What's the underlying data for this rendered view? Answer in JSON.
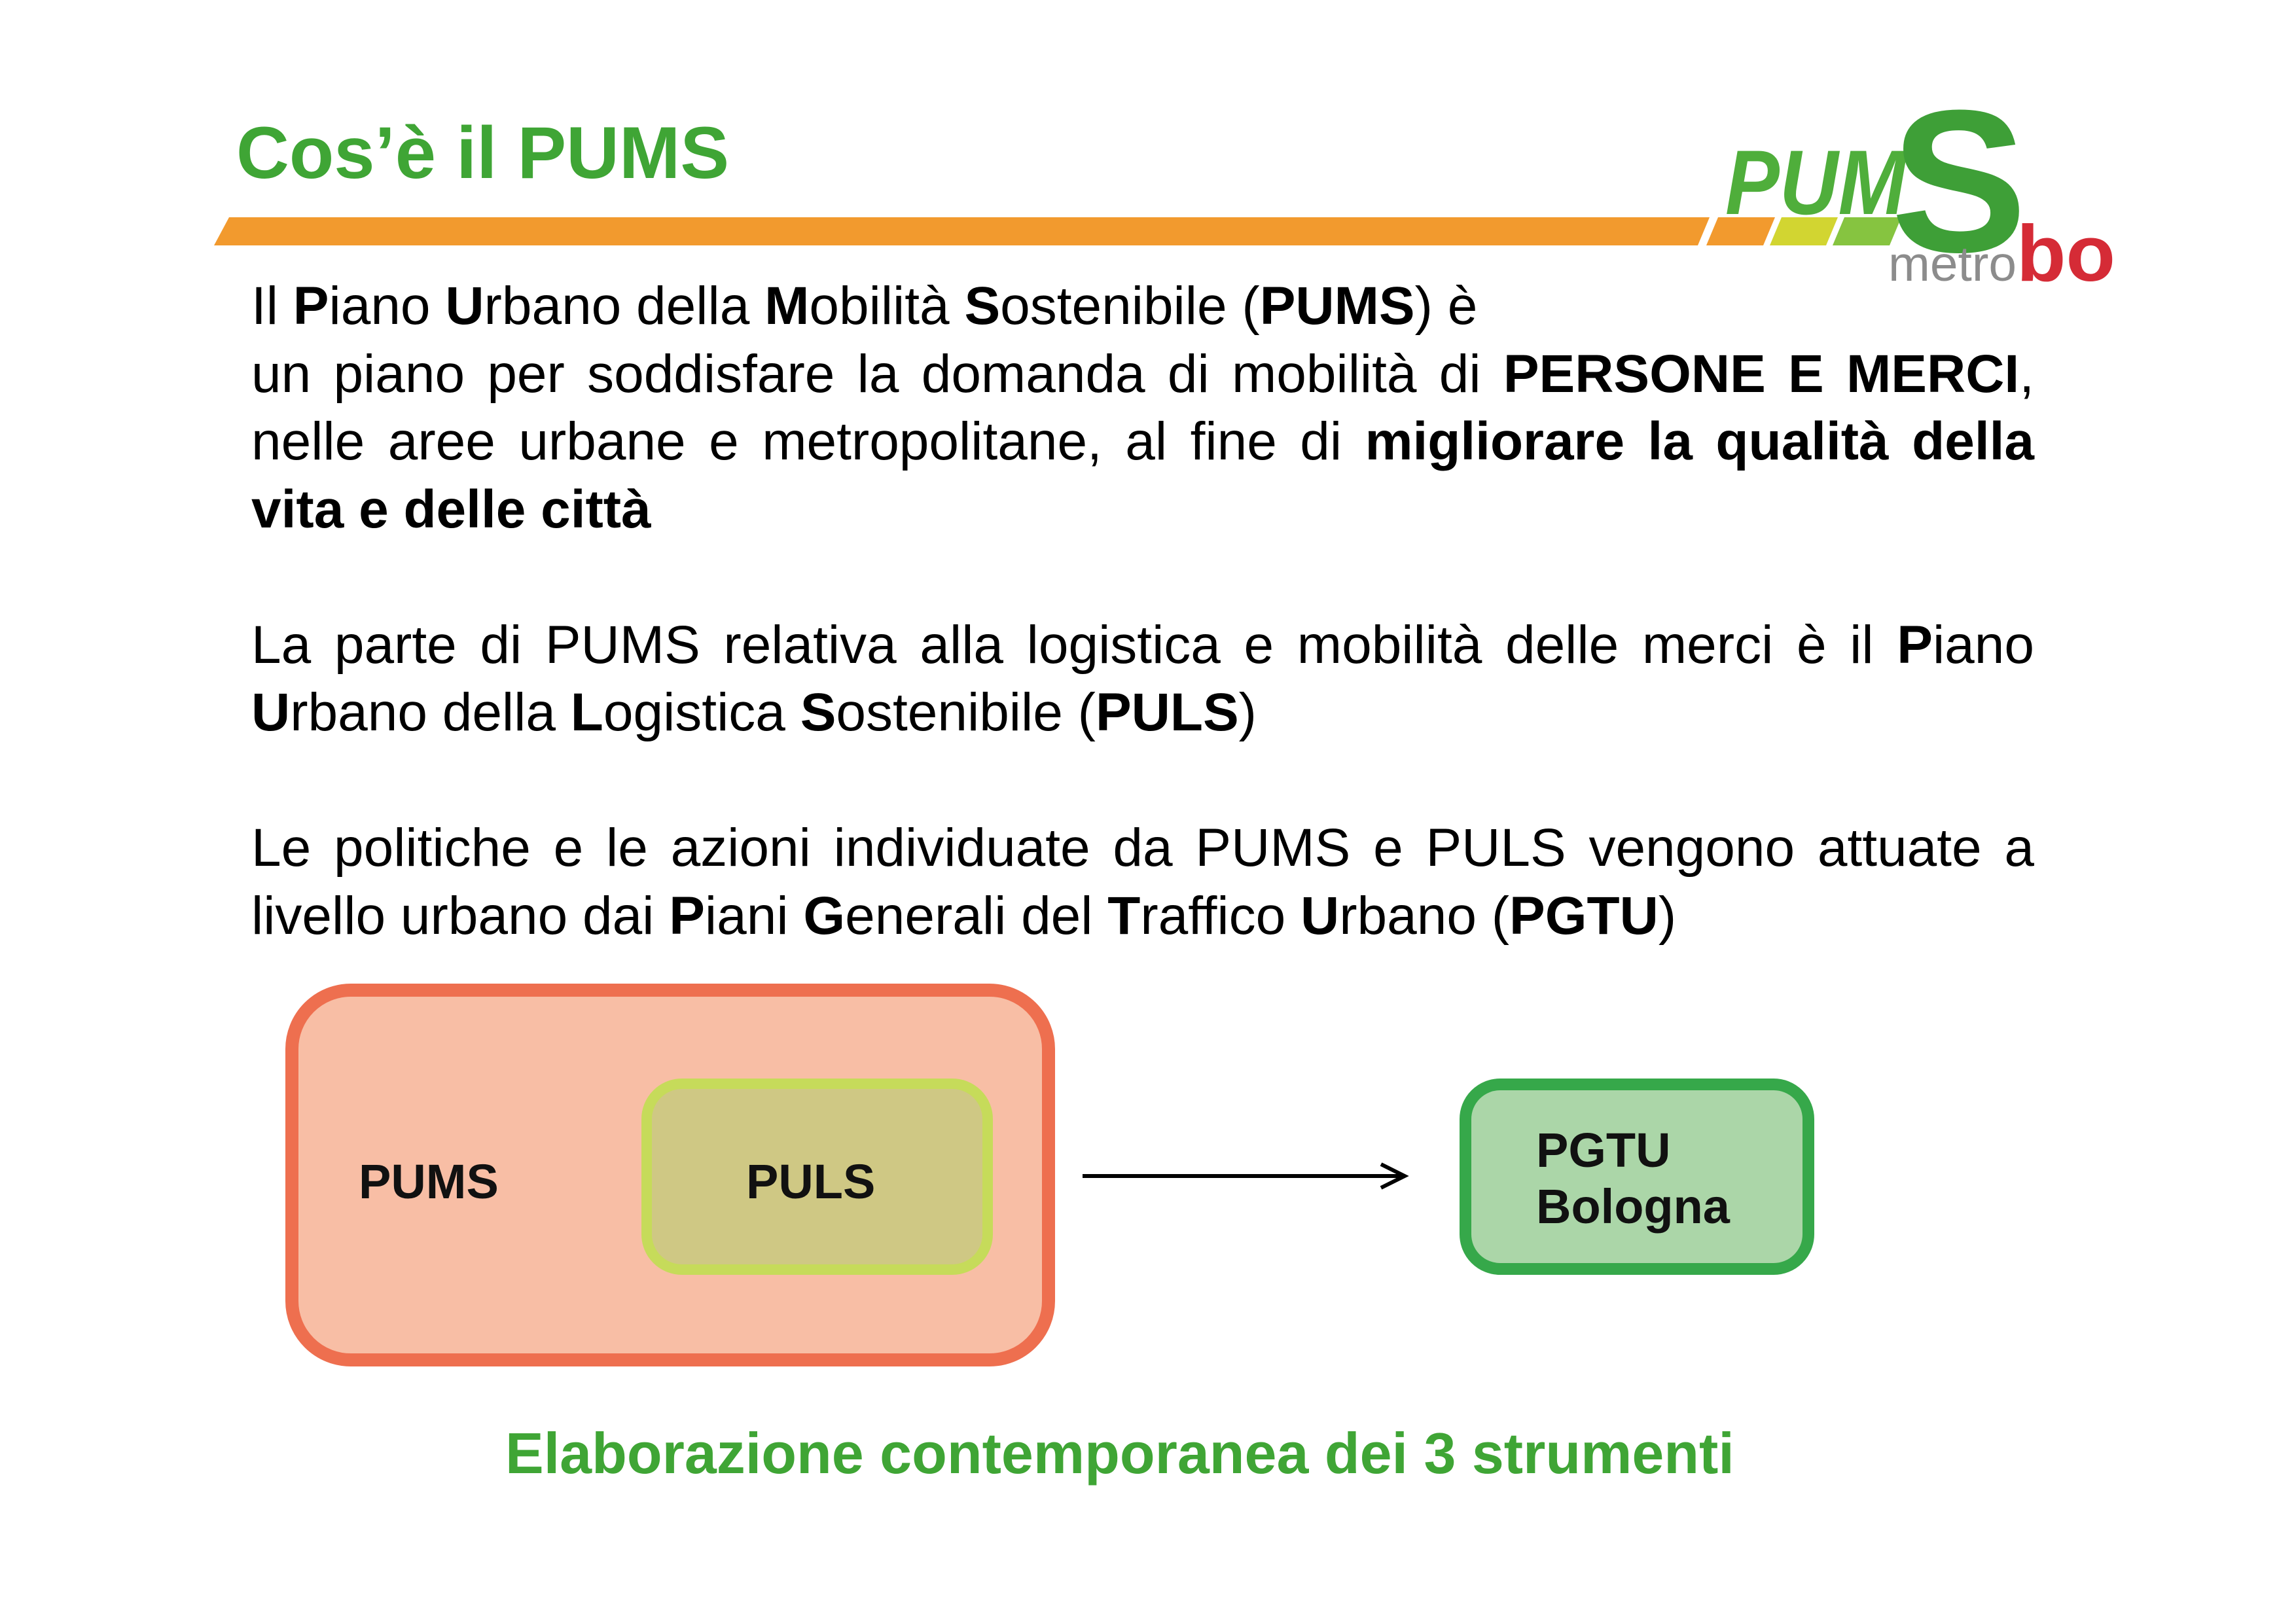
{
  "slide": {
    "title": "Cos’è il PUMS",
    "caption": "Elaborazione contemporanea dei 3 strumenti"
  },
  "logo": {
    "pum": "PUM",
    "s": "S",
    "metro": "metro",
    "bo": "bo"
  },
  "body": {
    "paragraphs": [
      {
        "lines": [
          [
            "Il ",
            "P",
            "iano ",
            "U",
            "rbano della ",
            "M",
            "obilità ",
            "S",
            "ostenibile (",
            "PUMS",
            ") è"
          ],
          [
            "un piano per soddisfare la domanda di mobilità di ",
            "PERSONE E MERCI",
            ","
          ],
          [
            "nelle aree urbane e metropolitane, al fine di ",
            "migliorare la qualità della"
          ],
          [
            "vita e delle città"
          ]
        ]
      },
      {
        "lines": [
          [
            "La parte di PUMS relativa alla logistica e mobilità delle merci è il ",
            "P",
            "iano"
          ],
          [
            "U",
            "rbano della ",
            "L",
            "ogistica ",
            "S",
            "ostenibile (",
            "PULS",
            ")"
          ]
        ]
      },
      {
        "lines": [
          [
            "Le politiche e le azioni individuate da PUMS e PULS vengono attuate a"
          ],
          [
            "livello urbano dai ",
            "P",
            "iani ",
            "G",
            "enerali del ",
            "T",
            "raffico ",
            "U",
            "rbano (",
            "PGTU",
            ")"
          ]
        ]
      }
    ]
  },
  "diagram": {
    "outer_box": {
      "label": "PUMS"
    },
    "inner_box": {
      "label": "PULS"
    },
    "target_box": {
      "label_lines": [
        "PGTU",
        "Bologna"
      ]
    }
  },
  "colors": {
    "title_green": "#3fa535",
    "header_bar_orange": "#f29a2e",
    "logo_yellow": "#d2d531",
    "logo_green": "#86c440",
    "logo_s_green": "#3e9f37",
    "logo_metro_gray": "#8c8c8c",
    "logo_bo_red": "#d52b36",
    "pums_fill": "#f8bea5",
    "pums_stroke": "#ee6f4f",
    "puls_fill": "#cfc884",
    "puls_stroke": "#c6db5a",
    "pgtu_fill": "#abd6a8",
    "pgtu_stroke": "#36a84a"
  }
}
